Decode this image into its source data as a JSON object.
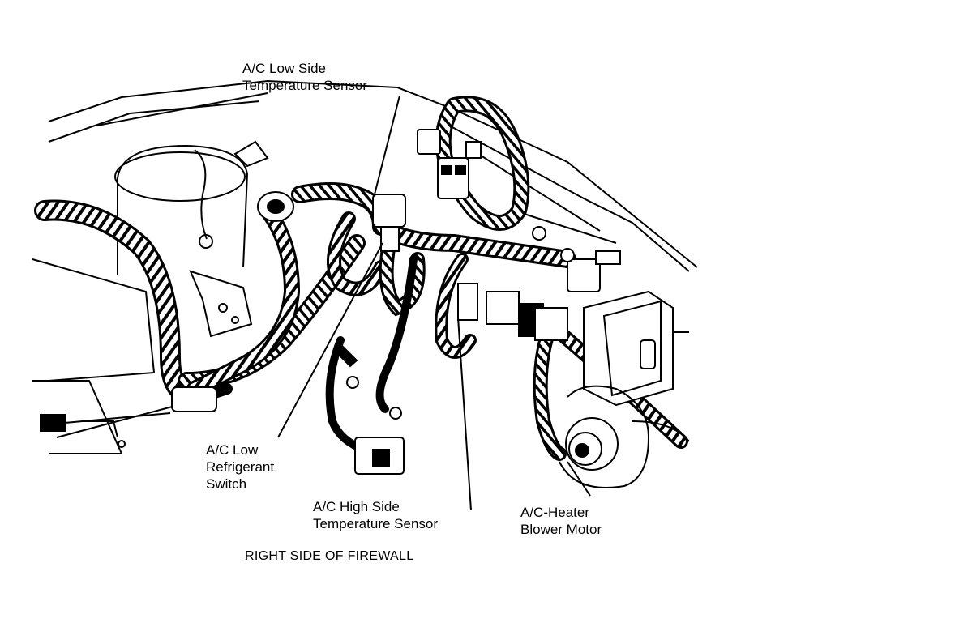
{
  "labels": {
    "low_side_sensor": [
      "A/C Low Side",
      "Temperature Sensor"
    ],
    "low_refrigerant_switch": [
      "A/C Low",
      "Refrigerant",
      "Switch"
    ],
    "high_side_sensor": [
      "A/C High Side",
      "Temperature Sensor"
    ],
    "blower_motor": [
      "A/C-Heater",
      "Blower Motor"
    ]
  },
  "caption": "RIGHT SIDE OF FIREWALL"
}
